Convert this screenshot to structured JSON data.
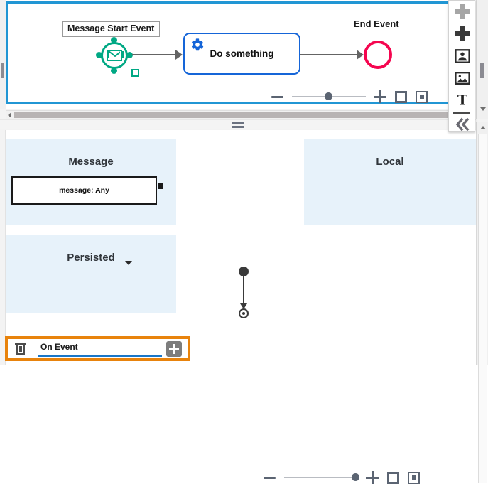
{
  "top_editor": {
    "name": "bpmn-process-diagram",
    "nodes": {
      "start_event_label": "Message Start Event",
      "start_event_icon": "message-envelope-icon",
      "task_label": "Do something",
      "task_icon": "gear-icon",
      "end_event_label": "End Event",
      "end_event_icon": "end-event-circle-icon"
    },
    "colors": {
      "start_event": "#00a884",
      "task_border": "#1565d8",
      "task_icon": "#1565d8",
      "end_event": "#f5054f",
      "flow": "#646464",
      "panel_focus_border": "#2196d4"
    },
    "zoom_controls": {
      "zoom_out_label": "−",
      "zoom_in_label": "+",
      "fit_label": "fit-to-screen",
      "actual_size_label": "actual-size",
      "slider_percent": 50
    }
  },
  "palette": {
    "items": [
      {
        "name": "delete-disabled",
        "icon": "cross-disabled-icon"
      },
      {
        "name": "add-node",
        "icon": "plus-icon"
      },
      {
        "name": "insert-actor",
        "icon": "actor-frame-icon"
      },
      {
        "name": "insert-image",
        "icon": "image-icon"
      },
      {
        "name": "insert-text",
        "icon": "text-t-icon"
      },
      {
        "name": "collapse-palette",
        "icon": "double-chevron-left-icon"
      }
    ],
    "collapse_label": "«"
  },
  "splitter": {
    "grip_label": "="
  },
  "bottom_editor": {
    "name": "activity-scope-diagram",
    "swimlanes": [
      {
        "key": "message",
        "title": "Message",
        "has_dropdown": false
      },
      {
        "key": "local",
        "title": "Local",
        "has_dropdown": false
      },
      {
        "key": "persisted",
        "title": "Persisted",
        "has_dropdown": true
      }
    ],
    "message_box": {
      "text": "message: Any"
    },
    "activity_flow": {
      "initial_node": "initial-node",
      "final_node": "final-node"
    },
    "form_bar": {
      "delete_icon": "trash-icon",
      "field_value": "On Event",
      "field_placeholder": "On Event",
      "add_icon": "plus-icon",
      "focus_color": "#e8830c",
      "underline_color": "#1976c8"
    },
    "zoom_controls": {
      "zoom_out_label": "−",
      "zoom_in_label": "+",
      "fit_label": "fit-to-screen",
      "actual_size_label": "actual-size",
      "slider_percent": 100
    }
  },
  "scrollbars": {
    "top_horizontal": "top-horizontal-scrollbar",
    "top_vertical": "top-vertical-scrollbar",
    "bottom_vertical": "bottom-vertical-scrollbar",
    "left_vertical": "left-vertical-scrollbar"
  }
}
